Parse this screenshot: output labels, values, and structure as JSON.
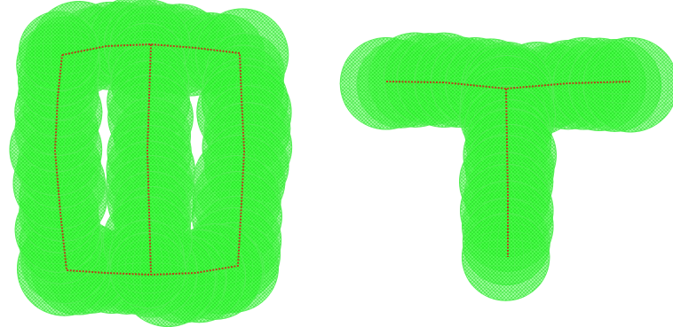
{
  "colors": {
    "background": "#ffffff",
    "sphere_fill": "#22ff22",
    "sphere_fill_opacity": 0.55,
    "sphere_mesh": "#55ee55",
    "skeleton": "#b8401a"
  },
  "figures": [
    {
      "name": "double-loop-shape",
      "skeleton_style": "dotted"
    },
    {
      "name": "t-shape",
      "skeleton_style": "dotted"
    }
  ]
}
